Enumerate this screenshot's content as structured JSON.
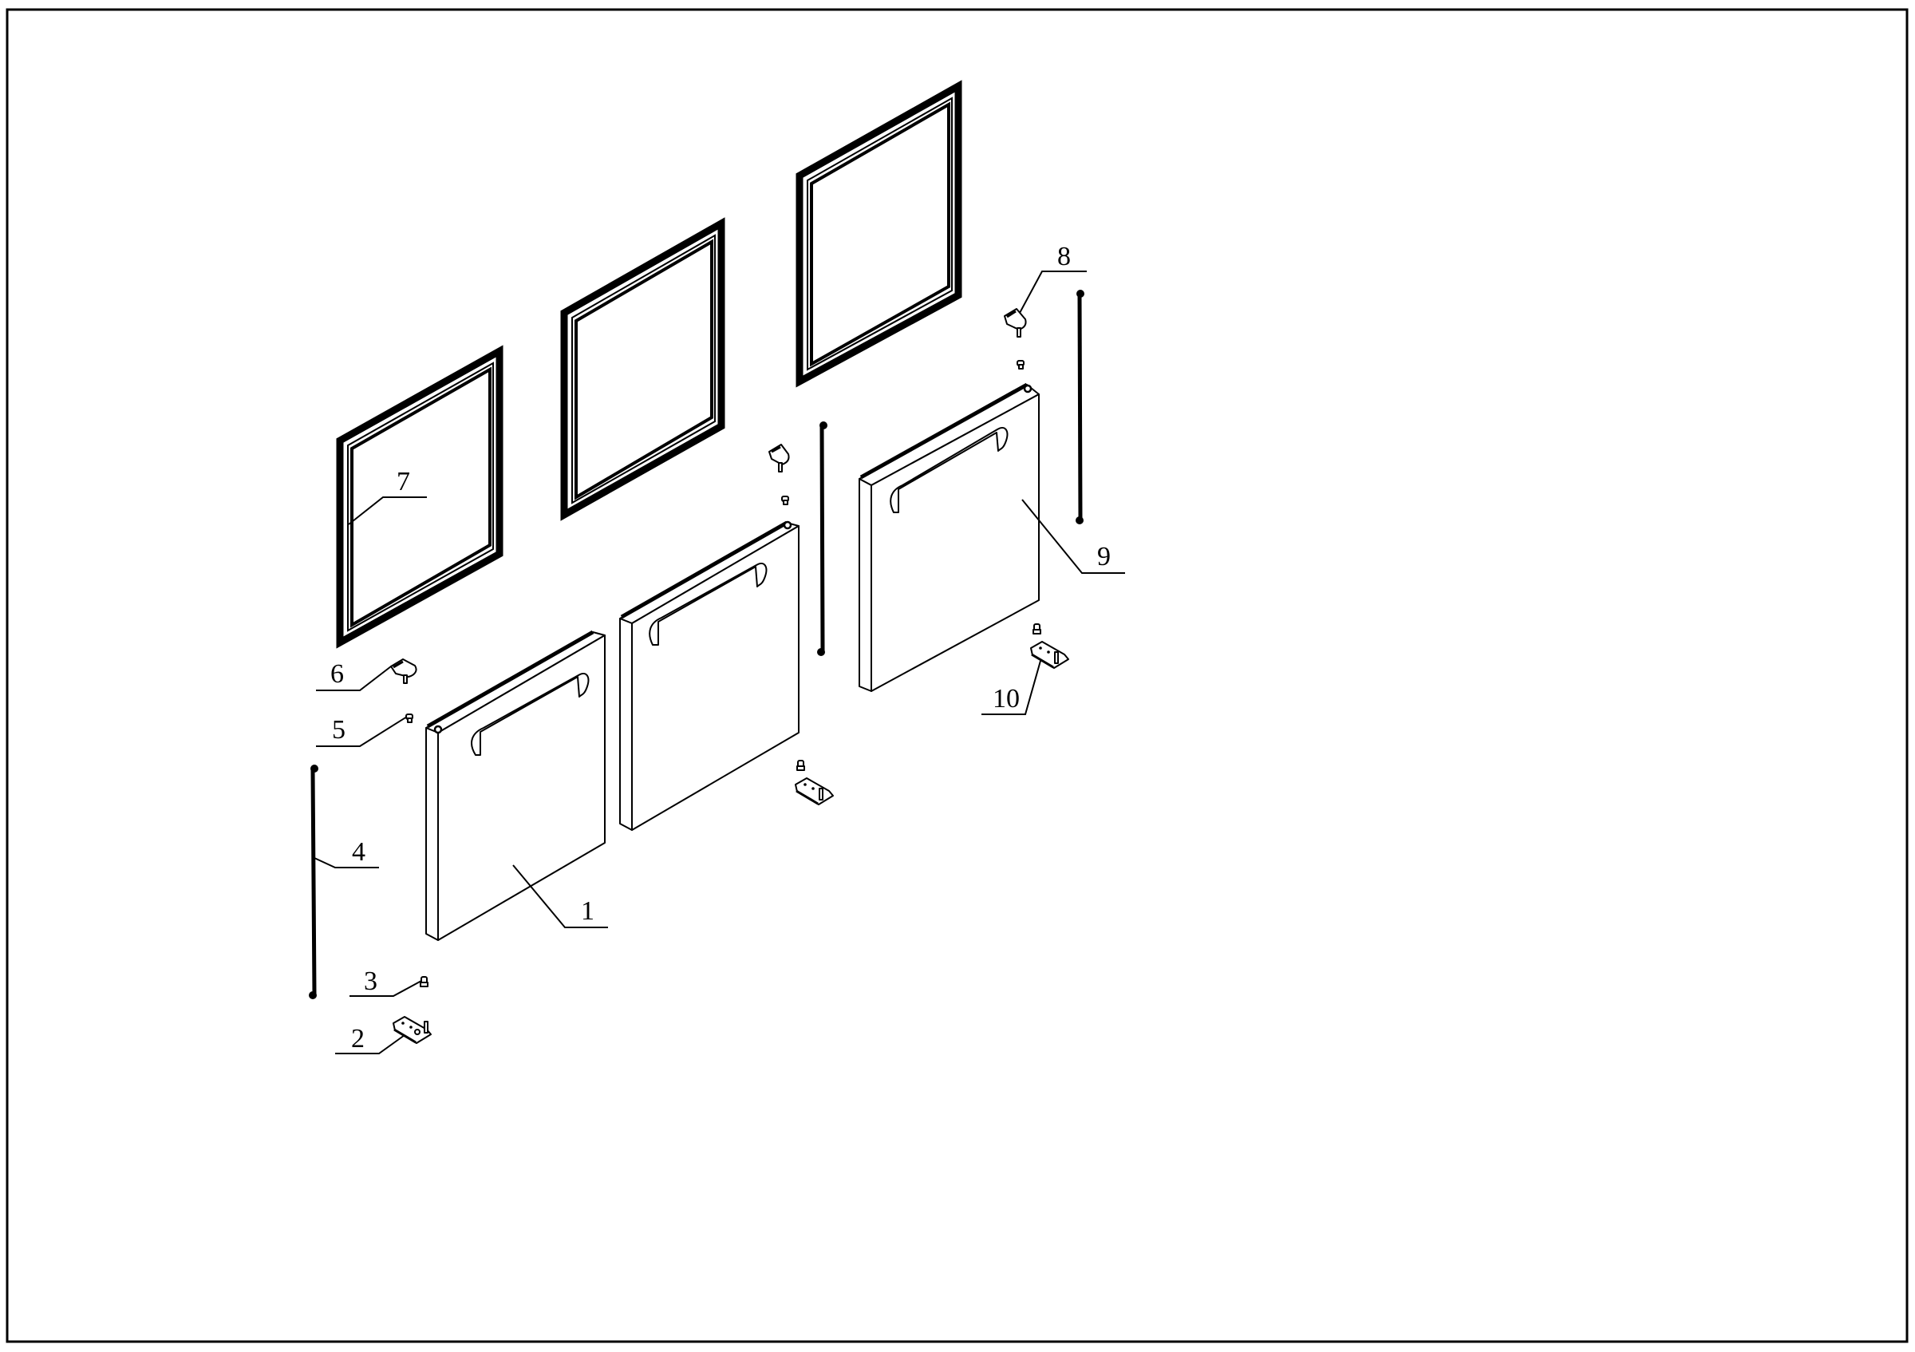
{
  "drawing": {
    "type": "exploded parts diagram",
    "description": "Three refrigerator/cabinet doors with gaskets, hinges, bushings and rods",
    "border_color": "#000000",
    "background": "#ffffff"
  },
  "callouts": [
    {
      "id": "1",
      "label": "1",
      "part": "door panel"
    },
    {
      "id": "2",
      "label": "2",
      "part": "bottom hinge"
    },
    {
      "id": "3",
      "label": "3",
      "part": "bottom bushing"
    },
    {
      "id": "4",
      "label": "4",
      "part": "rod"
    },
    {
      "id": "5",
      "label": "5",
      "part": "top bushing"
    },
    {
      "id": "6",
      "label": "6",
      "part": "top hinge"
    },
    {
      "id": "7",
      "label": "7",
      "part": "door gasket"
    },
    {
      "id": "8",
      "label": "8",
      "part": "top hinge (right)"
    },
    {
      "id": "9",
      "label": "9",
      "part": "door panel (right)"
    },
    {
      "id": "10",
      "label": "10",
      "part": "bottom hinge (right)"
    }
  ]
}
